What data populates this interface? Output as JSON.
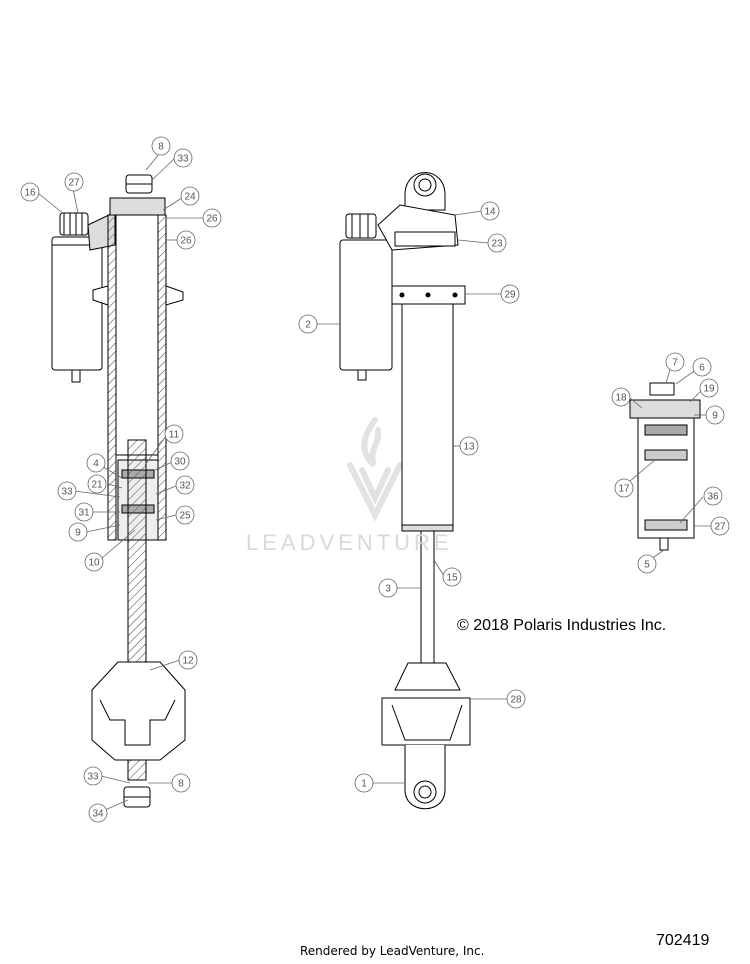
{
  "copyright": "© 2018 Polaris Industries Inc.",
  "footer": "Rendered by LeadVenture, Inc.",
  "diagram_id": "702419",
  "watermark": "LEADVENTURE",
  "callouts": [
    {
      "id": "c8a",
      "label": "8"
    },
    {
      "id": "c33a",
      "label": "33"
    },
    {
      "id": "c16",
      "label": "16"
    },
    {
      "id": "c27a",
      "label": "27"
    },
    {
      "id": "c24",
      "label": "24"
    },
    {
      "id": "c26a",
      "label": "26"
    },
    {
      "id": "c26b",
      "label": "26"
    },
    {
      "id": "c11",
      "label": "11"
    },
    {
      "id": "c4",
      "label": "4"
    },
    {
      "id": "c30",
      "label": "30"
    },
    {
      "id": "c21",
      "label": "21"
    },
    {
      "id": "c32",
      "label": "32"
    },
    {
      "id": "c33b",
      "label": "33"
    },
    {
      "id": "c31",
      "label": "31"
    },
    {
      "id": "c25",
      "label": "25"
    },
    {
      "id": "c9a",
      "label": "9"
    },
    {
      "id": "c10",
      "label": "10"
    },
    {
      "id": "c12",
      "label": "12"
    },
    {
      "id": "c33c",
      "label": "33"
    },
    {
      "id": "c8b",
      "label": "8"
    },
    {
      "id": "c34",
      "label": "34"
    },
    {
      "id": "c14",
      "label": "14"
    },
    {
      "id": "c23",
      "label": "23"
    },
    {
      "id": "c29",
      "label": "29"
    },
    {
      "id": "c2",
      "label": "2"
    },
    {
      "id": "c13",
      "label": "13"
    },
    {
      "id": "c15",
      "label": "15"
    },
    {
      "id": "c3",
      "label": "3"
    },
    {
      "id": "c28",
      "label": "28"
    },
    {
      "id": "c1",
      "label": "1"
    },
    {
      "id": "c7",
      "label": "7"
    },
    {
      "id": "c6",
      "label": "6"
    },
    {
      "id": "c18",
      "label": "18"
    },
    {
      "id": "c19",
      "label": "19"
    },
    {
      "id": "c9b",
      "label": "9"
    },
    {
      "id": "c17",
      "label": "17"
    },
    {
      "id": "c36",
      "label": "36"
    },
    {
      "id": "c27b",
      "label": "27"
    },
    {
      "id": "c5",
      "label": "5"
    }
  ]
}
